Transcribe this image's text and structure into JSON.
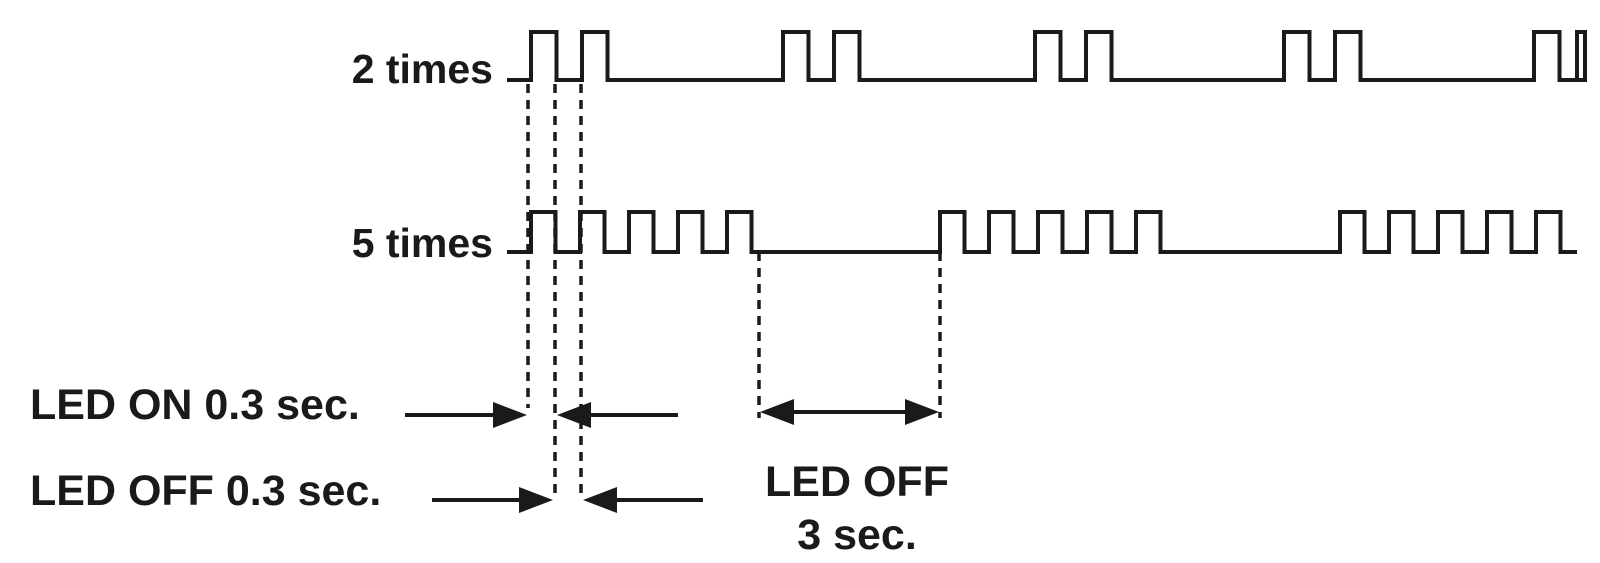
{
  "signals": [
    {
      "label": "2 times",
      "blinks_per_group": 2
    },
    {
      "label": "5 times",
      "blinks_per_group": 5
    }
  ],
  "annotations": {
    "led_on": "LED ON 0.3 sec.",
    "led_off_short": "LED OFF 0.3 sec.",
    "led_off_long_line1": "LED OFF",
    "led_off_long_line2": "3 sec."
  },
  "timing": {
    "on_sec": 0.3,
    "off_sec": 0.3,
    "pause_sec": 3
  },
  "colors": {
    "ink": "#1a1a1a",
    "background": "#ffffff"
  }
}
